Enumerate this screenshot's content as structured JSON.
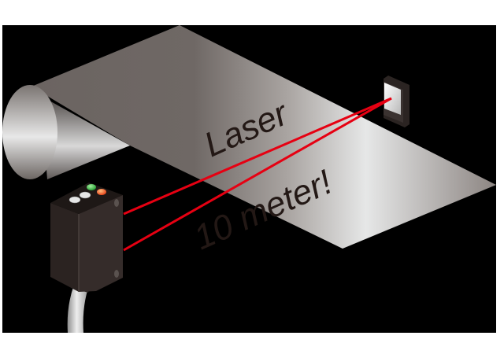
{
  "illustration": {
    "title_line1": "Laser",
    "title_line2": "10 meter!",
    "components": {
      "sensor": "laser-sensor",
      "target": "reflector-target",
      "sheet": "rolled-sheet",
      "beams": [
        "laser-beam-emit",
        "laser-beam-return"
      ]
    },
    "indicators": [
      {
        "name": "green-indicator",
        "color": "#3fb34f"
      },
      {
        "name": "orange-indicator",
        "color": "#f0522a"
      },
      {
        "name": "white-button-1",
        "color": "#e8e8e8"
      },
      {
        "name": "white-button-2",
        "color": "#e8e8e8"
      }
    ],
    "colors": {
      "background": "#000000",
      "laser": "#e60012",
      "sensor_body": "#2e2624",
      "text": "#231815"
    }
  }
}
